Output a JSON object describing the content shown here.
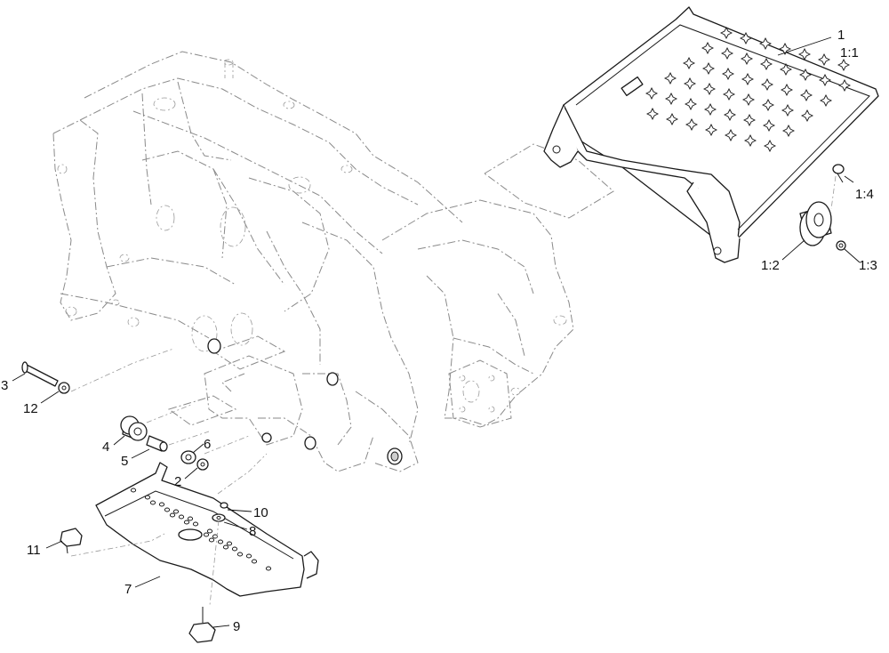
{
  "callouts": {
    "c1": "1",
    "c1_1": "1:1",
    "c1_2": "1:2",
    "c1_3": "1:3",
    "c1_4": "1:4",
    "c2": "2",
    "c3": "3",
    "c4": "4",
    "c5": "5",
    "c6": "6",
    "c7": "7",
    "c8": "8",
    "c9": "9",
    "c10": "10",
    "c11": "11",
    "c12": "12"
  }
}
